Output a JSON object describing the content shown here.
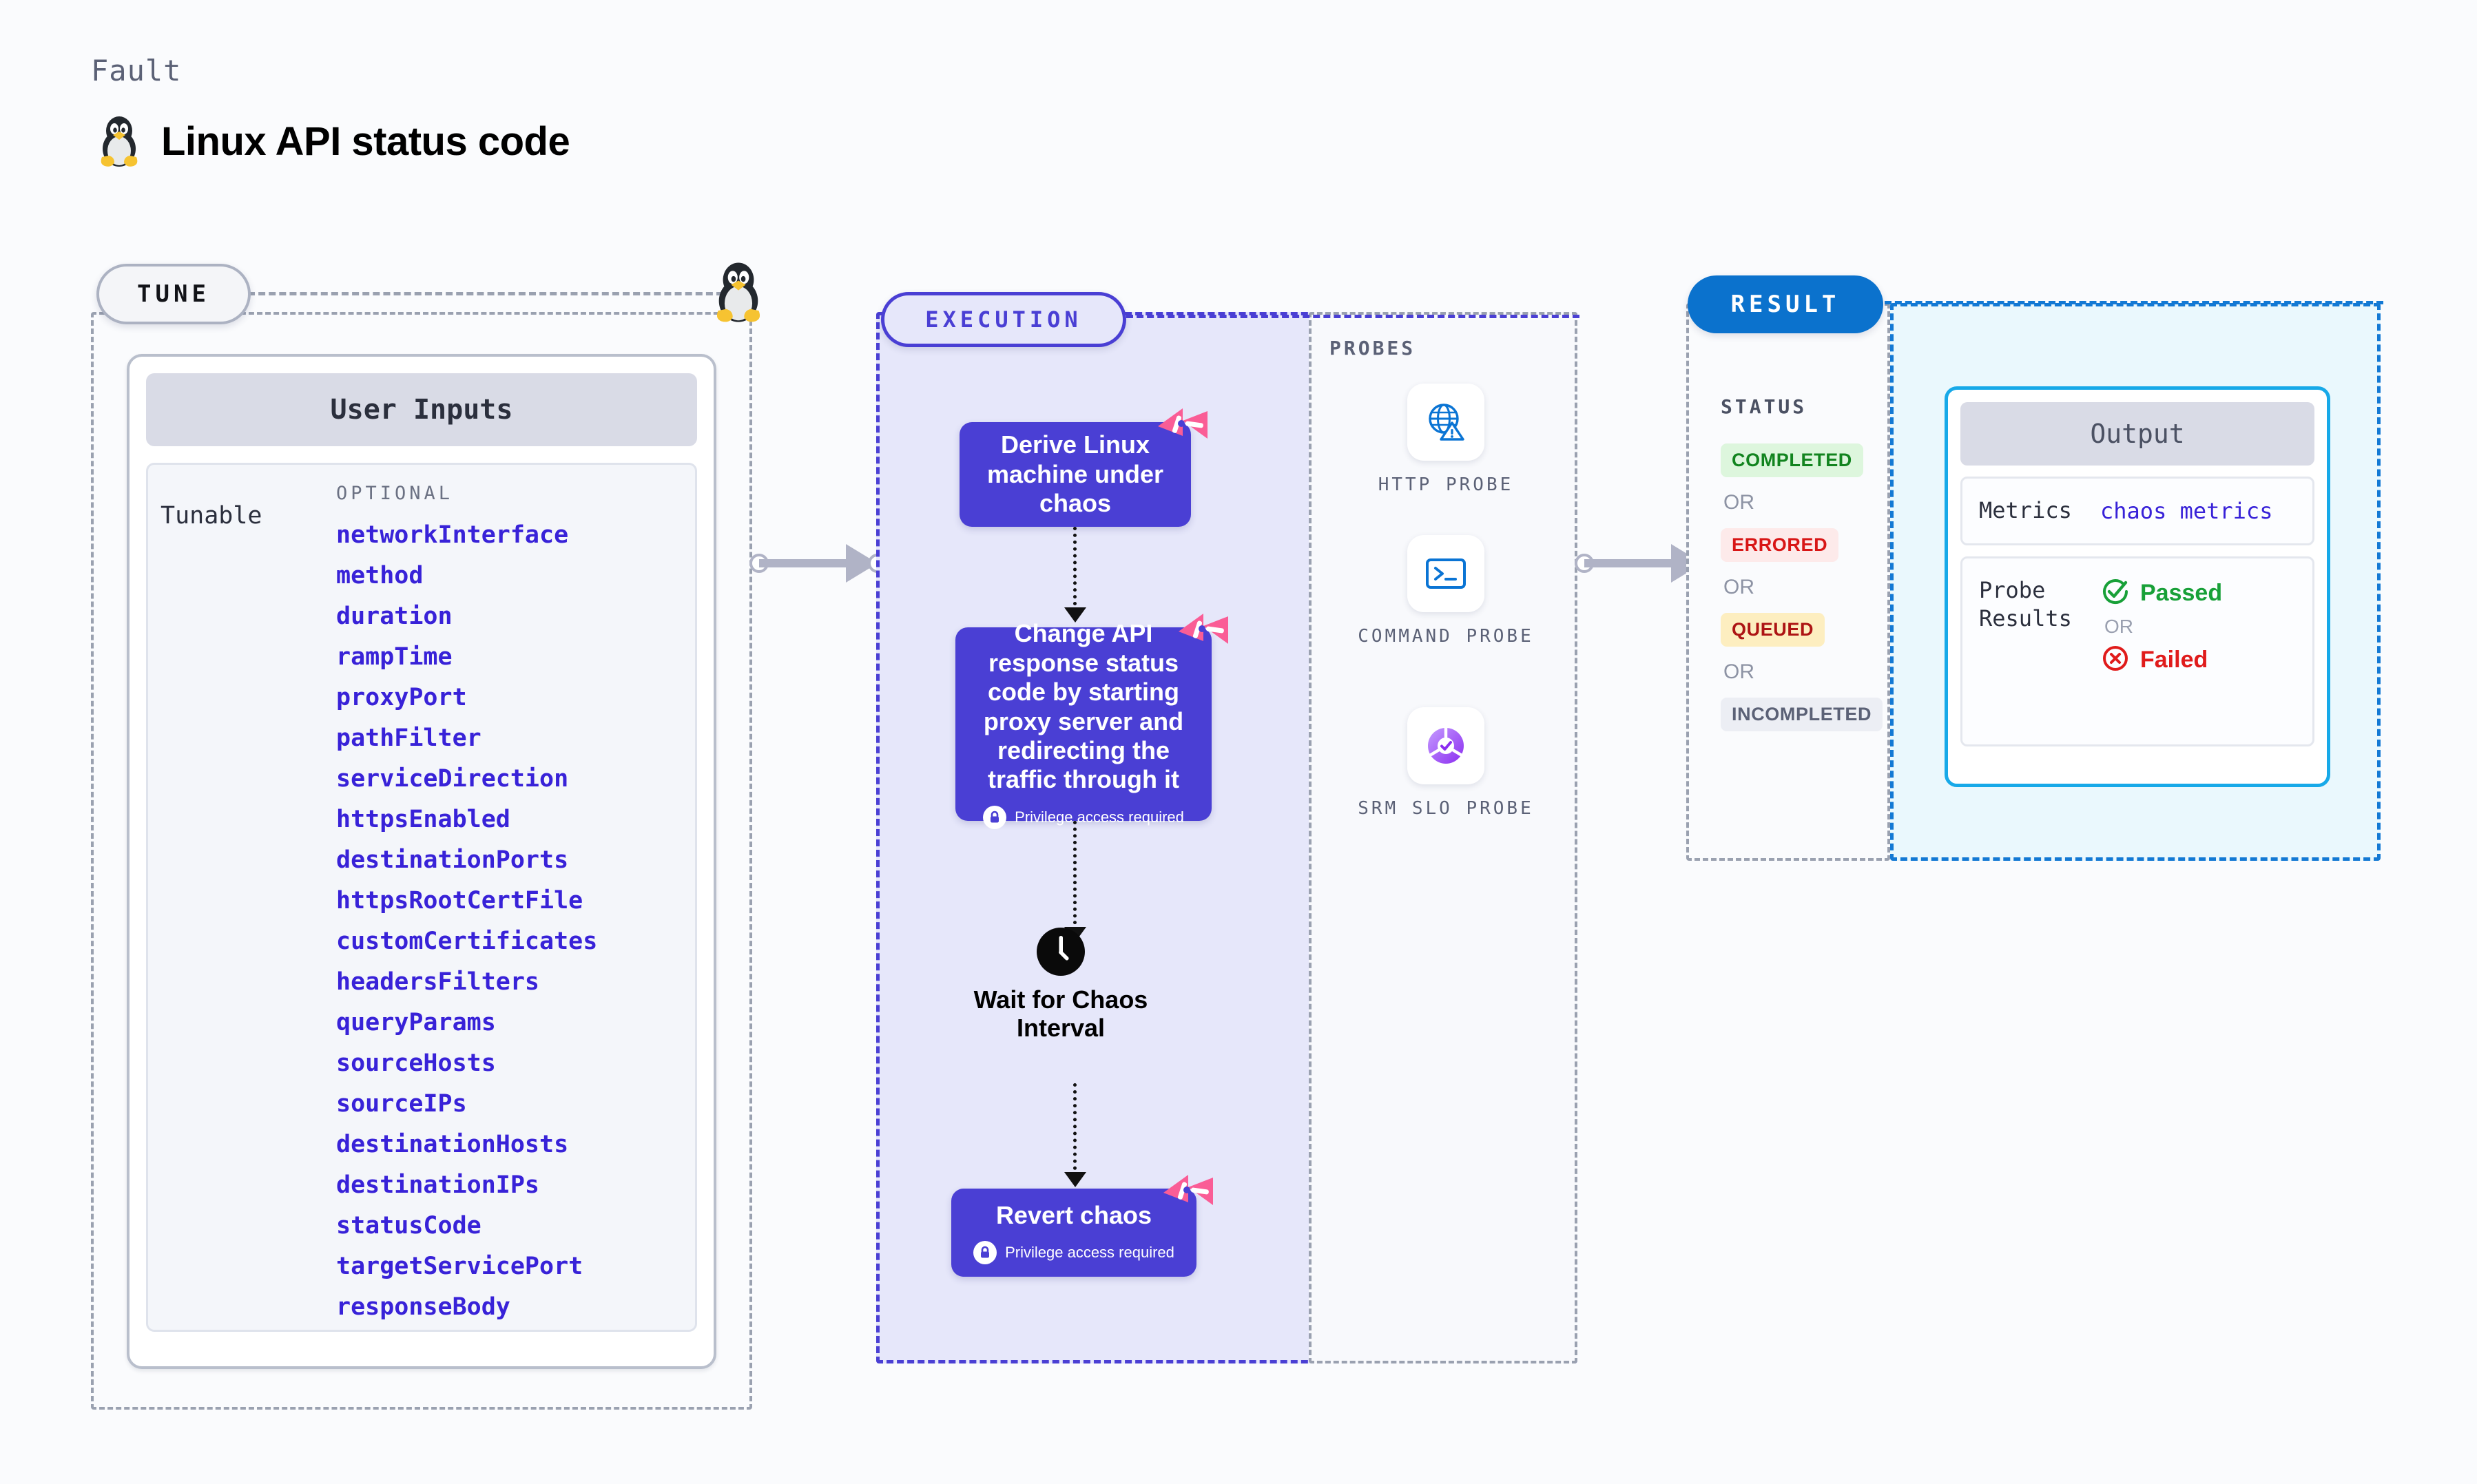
{
  "header": {
    "eyebrow": "Fault",
    "title": "Linux API status code",
    "icon": "tux-penguin-icon"
  },
  "tune": {
    "badge": "TUNE",
    "icon": "tux-penguin-icon",
    "card": {
      "header": "User Inputs",
      "tunable_label": "Tunable",
      "optional_label": "OPTIONAL",
      "params": [
        "networkInterface",
        "method",
        "duration",
        "rampTime",
        "proxyPort",
        "pathFilter",
        "serviceDirection",
        "httpsEnabled",
        "destinationPorts",
        "httpsRootCertFile",
        "customCertificates",
        "headersFilters",
        "queryParams",
        "sourceHosts",
        "sourceIPs",
        "destinationHosts",
        "destinationIPs",
        "statusCode",
        "targetServicePort",
        "responseBody",
        "statusCode"
      ]
    }
  },
  "execution": {
    "badge": "EXECUTION",
    "nodes": [
      {
        "text": "Derive Linux machine under chaos",
        "privilege": null,
        "flag": true
      },
      {
        "text": "Change API response status code by starting proxy server and redirecting the traffic through it",
        "privilege": "Privilege access required",
        "flag": true
      },
      {
        "text": "Revert chaos",
        "privilege": "Privilege access required",
        "flag": true
      }
    ],
    "wait": {
      "label": "Wait for Chaos Interval",
      "icon": "clock-icon"
    }
  },
  "probes": {
    "title": "PROBES",
    "items": [
      {
        "label": "HTTP PROBE",
        "icon": "http-probe-icon"
      },
      {
        "label": "COMMAND PROBE",
        "icon": "command-probe-icon"
      },
      {
        "label": "SRM SLO PROBE",
        "icon": "srm-slo-probe-icon"
      }
    ]
  },
  "result": {
    "badge": "RESULT",
    "status_title": "STATUS",
    "or_text": "OR",
    "statuses": [
      {
        "label": "COMPLETED",
        "bg": "#ddf6dd",
        "fg": "#12841f"
      },
      {
        "label": "ERRORED",
        "bg": "#fdeaea",
        "fg": "#d81616"
      },
      {
        "label": "QUEUED",
        "bg": "#fdeec0",
        "fg": "#ad1414"
      },
      {
        "label": "INCOMPLETED",
        "bg": "#eceef4",
        "fg": "#5b6176"
      }
    ],
    "output": {
      "header": "Output",
      "metrics_key": "Metrics",
      "metrics_value": "chaos metrics",
      "probe_results_key": "Probe Results",
      "passed_label": "Passed",
      "failed_label": "Failed",
      "or_text": "OR"
    }
  },
  "colors": {
    "accent_purple": "#4a3fd4",
    "accent_blue": "#0b72cd",
    "accent_cyan": "#17a9e8",
    "param_blue": "#3822d8",
    "flag_pink": "#fa5d96"
  }
}
